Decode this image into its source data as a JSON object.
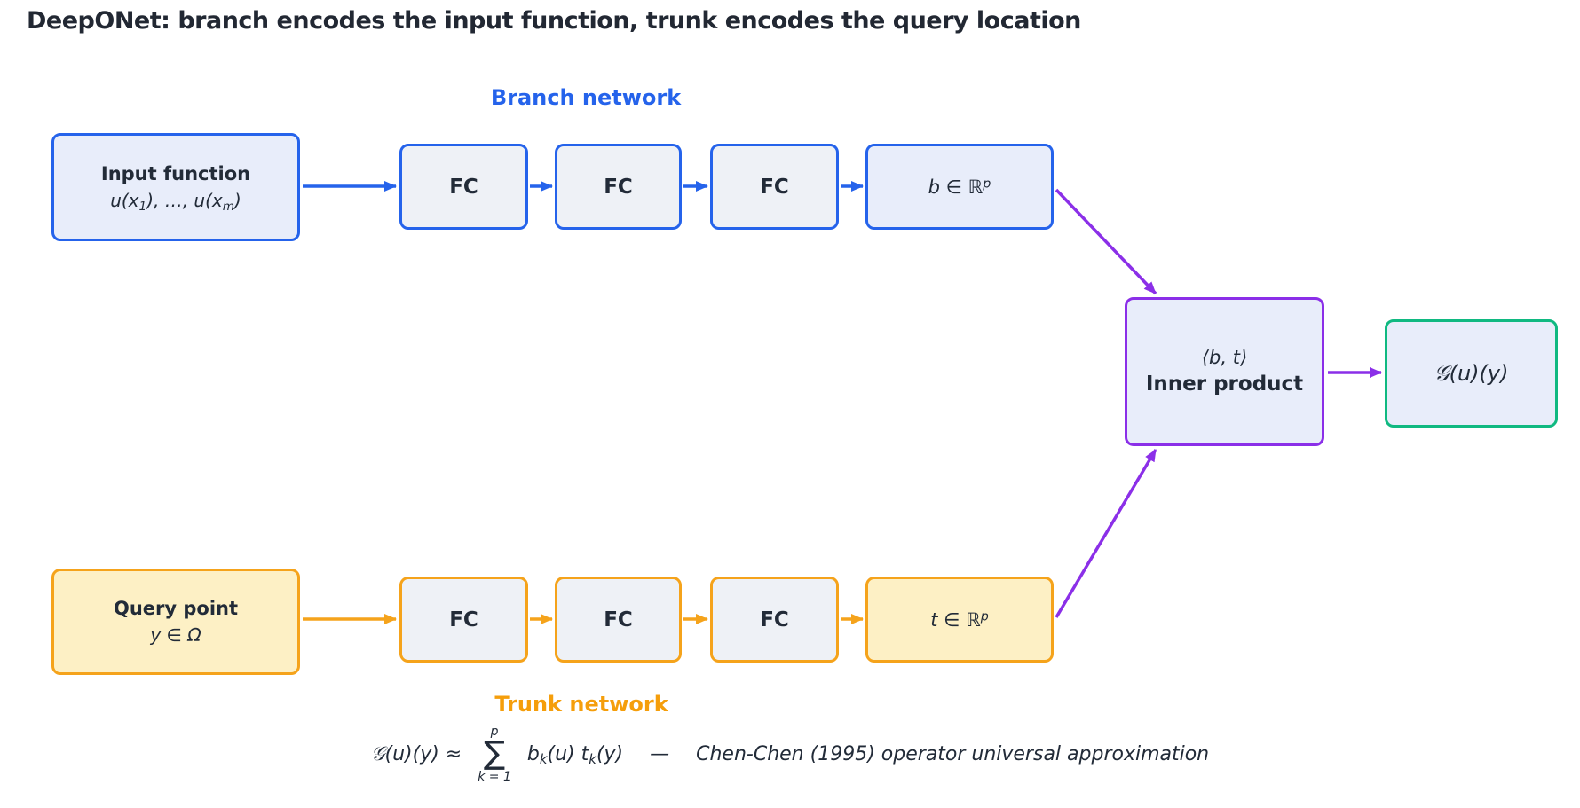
{
  "title": "DeepONet: branch encodes the input function, trunk encodes the query location",
  "colors": {
    "blue": "#2563eb",
    "orange": "#f5a31b",
    "purple": "#8b2fe8",
    "green": "#10b981",
    "ink": "#222b38",
    "lavender": "#e8edfa",
    "panel": "#eef1f6",
    "cream": "#fdf0c5"
  },
  "branch": {
    "label": "Branch network",
    "input_box": {
      "title": "Input function",
      "formula": {
        "p1": "u(x",
        "sub1": "1",
        "p2": "), …, u(x",
        "sub2": "m",
        "p3": ")"
      }
    },
    "fc_layers": [
      "FC",
      "FC",
      "FC"
    ],
    "vector_box": {
      "pre": "b ∈ ℝ",
      "sup": "p"
    }
  },
  "trunk": {
    "label": "Trunk network",
    "input_box": {
      "title": "Query point",
      "formula": "y ∈ Ω"
    },
    "fc_layers": [
      "FC",
      "FC",
      "FC"
    ],
    "vector_box": {
      "pre": "t ∈ ℝ",
      "sup": "p"
    }
  },
  "merge_box": {
    "line1": "⟨b, t⟩",
    "line2": "Inner product"
  },
  "output_box": {
    "label": "𝒢(u)(y)"
  },
  "formula": {
    "lhs": "𝒢(u)(y) ≈",
    "sum": {
      "top": "p",
      "glyph": "∑",
      "bottom": "k = 1"
    },
    "rhs": {
      "p1": "b",
      "sub1": "k",
      "p2": "(u) t",
      "sub2": "k",
      "p3": "(y)"
    },
    "dash": "—",
    "note": "Chen-Chen (1995) operator universal approximation"
  }
}
